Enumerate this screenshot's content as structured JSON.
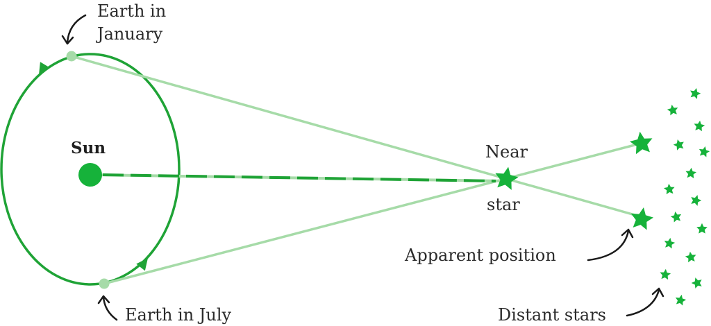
{
  "labels": {
    "sun": "Sun",
    "earth_january_line1": "Earth in",
    "earth_january_line2": "January",
    "earth_july": "Earth in July",
    "near_star_line1": "Near",
    "near_star_line2": "star",
    "apparent_position": "Apparent position",
    "distant_stars": "Distant stars"
  },
  "icons": {
    "arrow": "curved-arrow-icon",
    "star": "star-icon",
    "orbit_direction": "triangle-arrowhead-icon"
  },
  "colors": {
    "orbit": "#1fa336",
    "sight_line": "#a6dba8",
    "earth_dot": "#a6dba8",
    "sun": "#16b23a",
    "star": "#16b23a",
    "text": "#2b2b2b",
    "arrow": "#1a1a1a"
  }
}
